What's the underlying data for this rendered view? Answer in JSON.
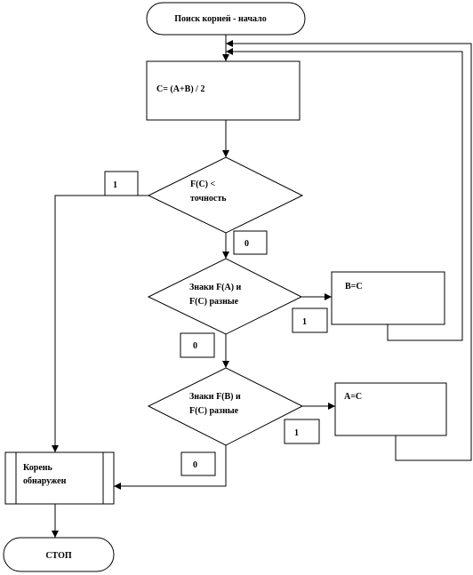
{
  "diagram": {
    "start_label": "Поиск корней - начало",
    "compute_c": "C= (A+B) / 2",
    "decision_1": {
      "line1": "F(C) <",
      "line2": "точность",
      "yes_label": "1",
      "no_label": "0"
    },
    "decision_2": {
      "line1": "Знаки F(A) и",
      "line2": "F(C)  разные",
      "yes_label": "1",
      "no_label": "0"
    },
    "assign_b": "B=C",
    "decision_3": {
      "line1": "Знаки F(B) и",
      "line2": "F(C) разные",
      "yes_label": "1",
      "no_label": "0"
    },
    "assign_a": "A=C",
    "root_found": {
      "line1": "Корень",
      "line2": "обнаружен"
    },
    "stop_label": "СТОП"
  }
}
